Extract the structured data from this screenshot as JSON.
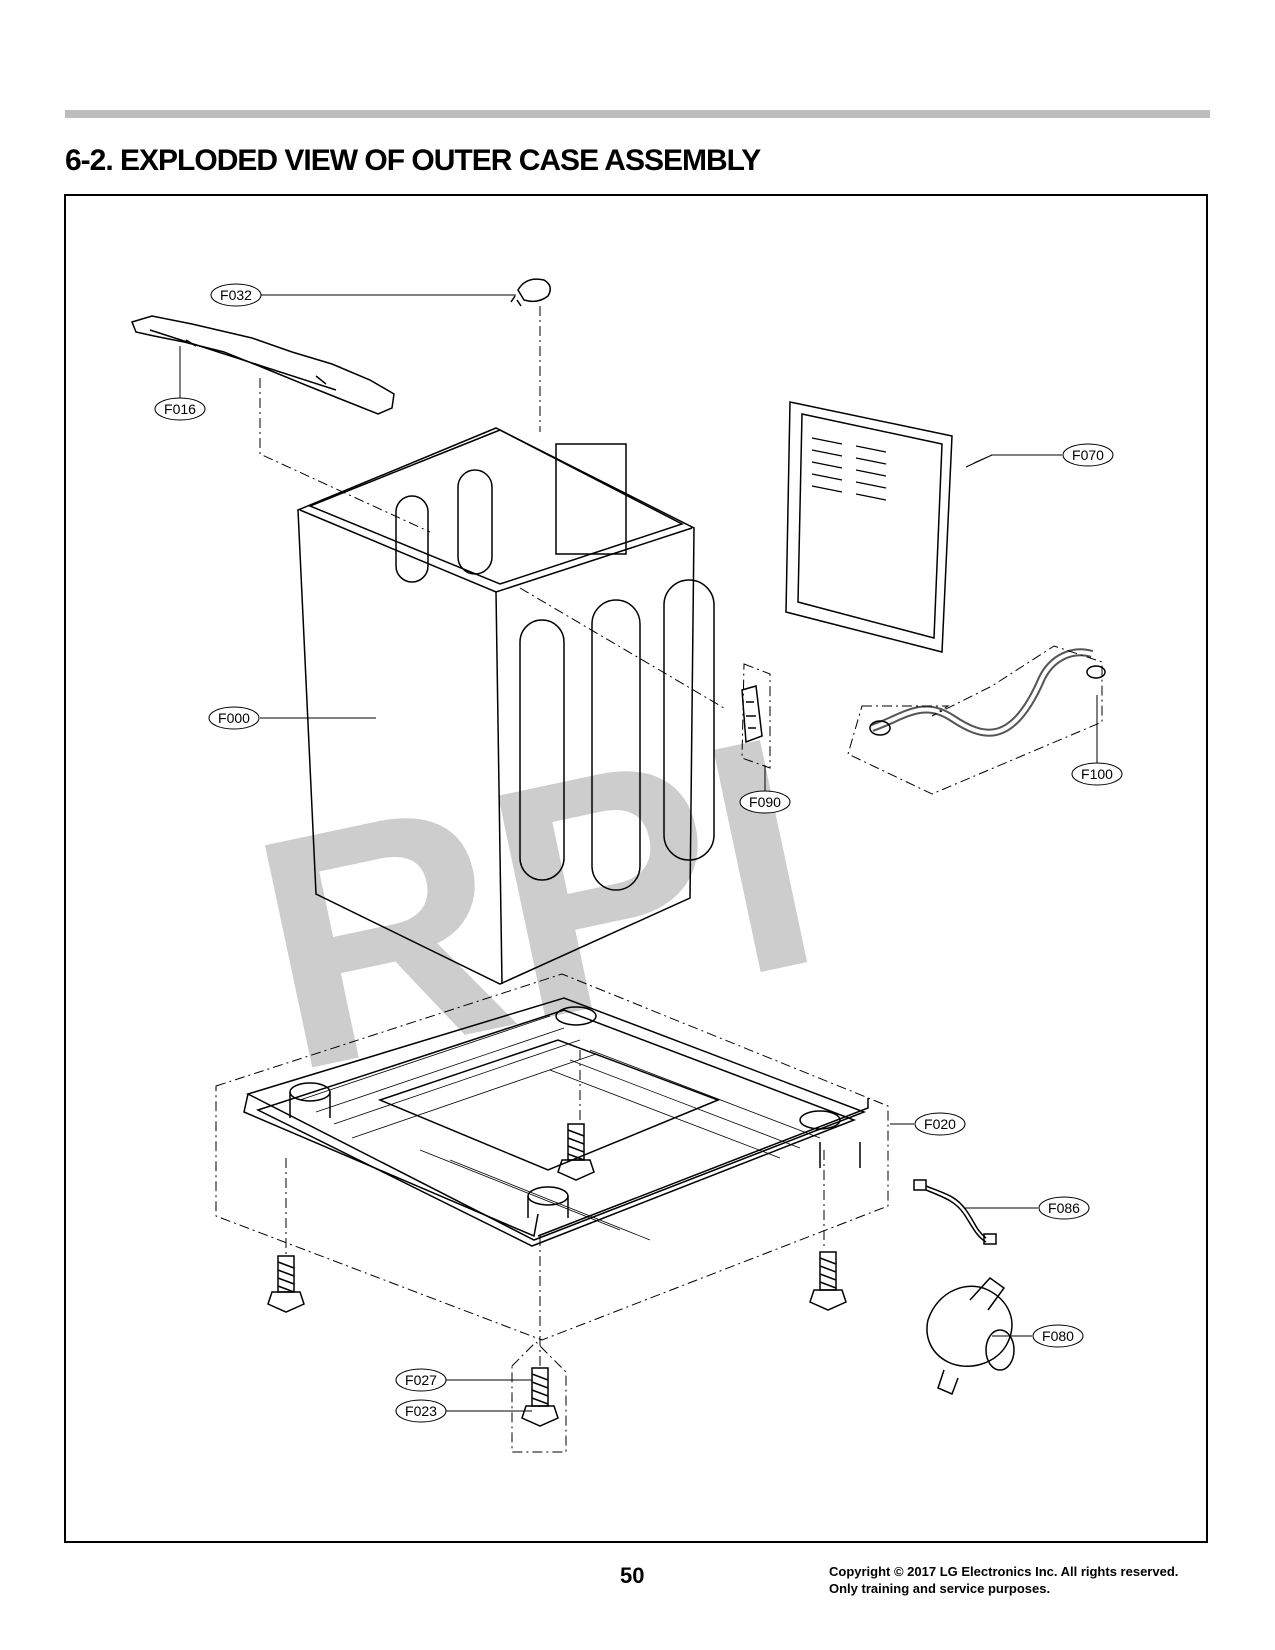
{
  "header": {
    "title": "6-2. EXPLODED VIEW OF OUTER CASE ASSEMBLY"
  },
  "watermark": {
    "text": "RPI",
    "color": "#c8c8c8"
  },
  "callouts": [
    {
      "id": "F032"
    },
    {
      "id": "F016"
    },
    {
      "id": "F070"
    },
    {
      "id": "F000"
    },
    {
      "id": "F090"
    },
    {
      "id": "F100"
    },
    {
      "id": "F020"
    },
    {
      "id": "F086"
    },
    {
      "id": "F080"
    },
    {
      "id": "F027"
    },
    {
      "id": "F023"
    }
  ],
  "footer": {
    "page_number": "50",
    "copyright_line1": "Copyright © 2017 LG Electronics  Inc. All rights reserved.",
    "copyright_line2": "Only training and service  purposes."
  }
}
